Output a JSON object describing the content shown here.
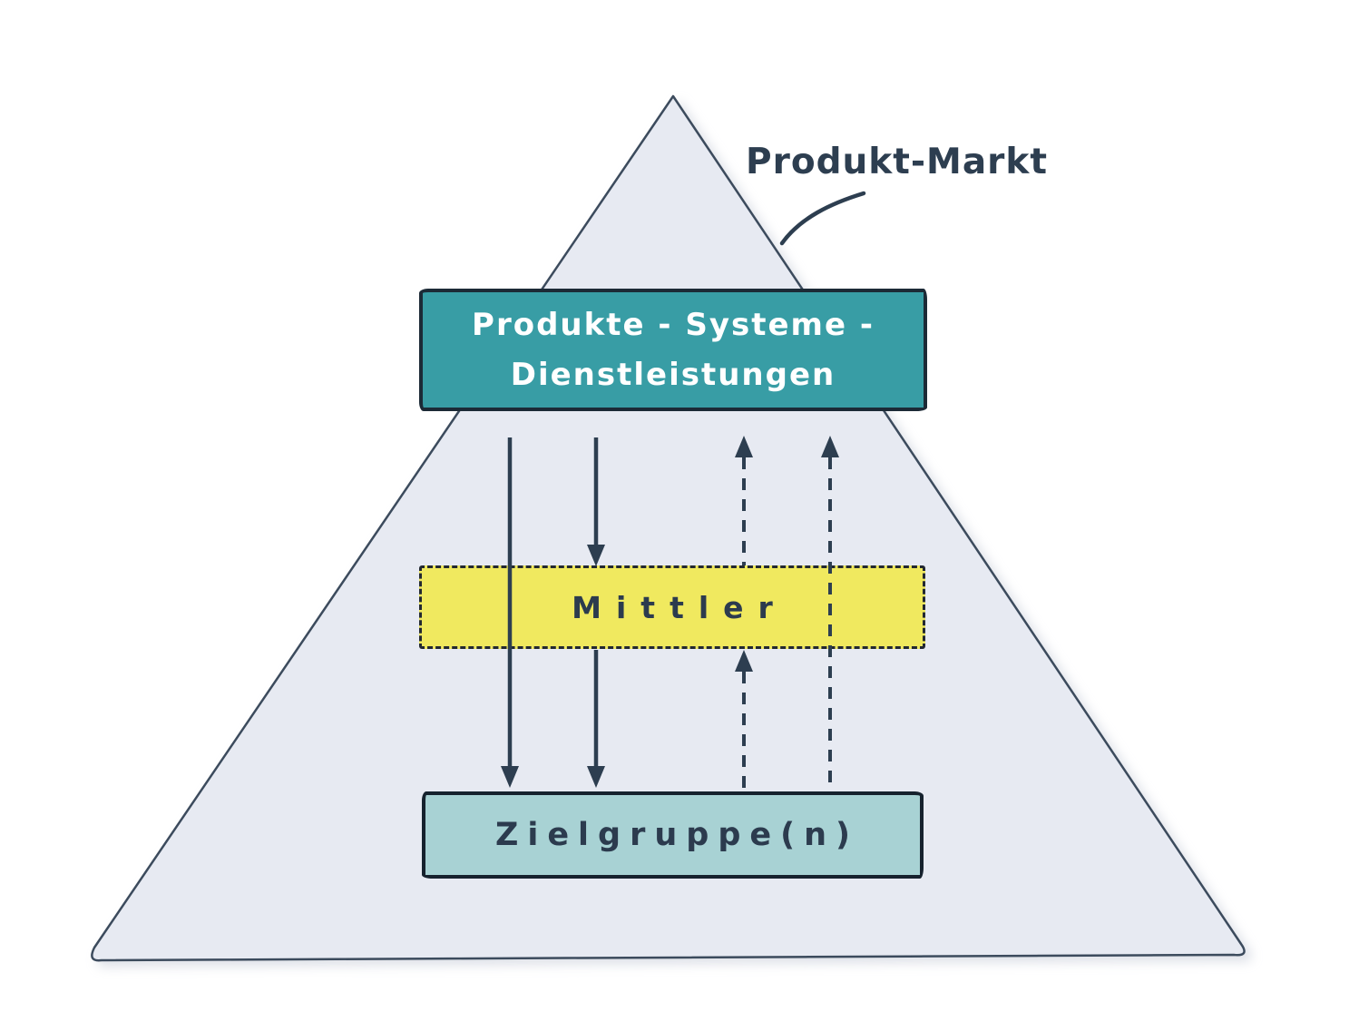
{
  "diagram": {
    "type": "pyramid-market-model",
    "annotation": {
      "label": "Produkt-Markt",
      "points_to": "pyramid-right-edge"
    },
    "pyramid": {
      "fill_color": "#e7eaf2",
      "outline_color": "#3c4b5d"
    },
    "levels": [
      {
        "id": "products",
        "label_line1": "Produkte - Systeme -",
        "label_line2": "Dienstleistungen",
        "bg_color": "#389da5",
        "text_color": "#ffffff",
        "border_style": "solid"
      },
      {
        "id": "mittler",
        "label": "Mittler",
        "bg_color": "#f0e95f",
        "text_color": "#2c3b4e",
        "border_style": "dashed"
      },
      {
        "id": "zielgruppe",
        "label": "Zielgruppe(n)",
        "bg_color": "#a8d2d4",
        "text_color": "#2c3b4e",
        "border_style": "solid"
      }
    ],
    "arrows": [
      {
        "style": "solid",
        "direction": "down",
        "from": "products",
        "to": "zielgruppe",
        "note": "passes through Mittler"
      },
      {
        "style": "solid",
        "direction": "down",
        "from": "products",
        "to": "mittler"
      },
      {
        "style": "solid",
        "direction": "down",
        "from": "mittler",
        "to": "zielgruppe"
      },
      {
        "style": "dashed",
        "direction": "up",
        "from": "mittler",
        "to": "products"
      },
      {
        "style": "dashed",
        "direction": "up",
        "from": "zielgruppe",
        "to": "mittler"
      },
      {
        "style": "dashed",
        "direction": "up",
        "from": "zielgruppe",
        "to": "products",
        "note": "passes through Mittler"
      }
    ],
    "arrow_color": "#2d3e50"
  }
}
